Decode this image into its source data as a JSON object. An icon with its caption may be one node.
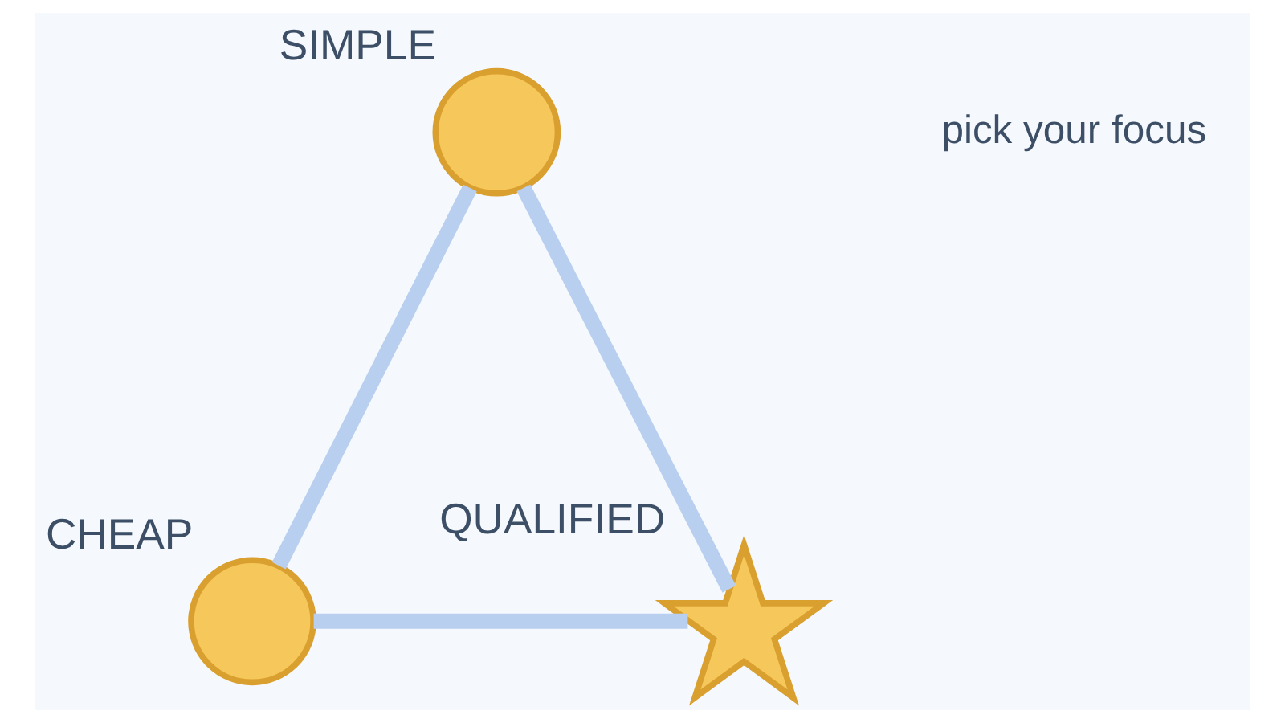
{
  "diagram": {
    "nodes": [
      {
        "text": [],
        "shape": "circle",
        "beside": [
          "SIMPLE"
        ]
      },
      {
        "text": [],
        "shape": "circle",
        "beside": [
          "CHEAP"
        ]
      },
      {
        "text": [],
        "shape": "star",
        "beside": [
          "QUALIFIED"
        ]
      }
    ],
    "edges": [
      {
        "from": 0,
        "to": 1,
        "arrow": "none"
      },
      {
        "from": 1,
        "to": 2,
        "arrow": "none"
      },
      {
        "from": 2,
        "to": 0,
        "arrow": "none"
      }
    ],
    "labels": [
      "pick your focus"
    ]
  }
}
